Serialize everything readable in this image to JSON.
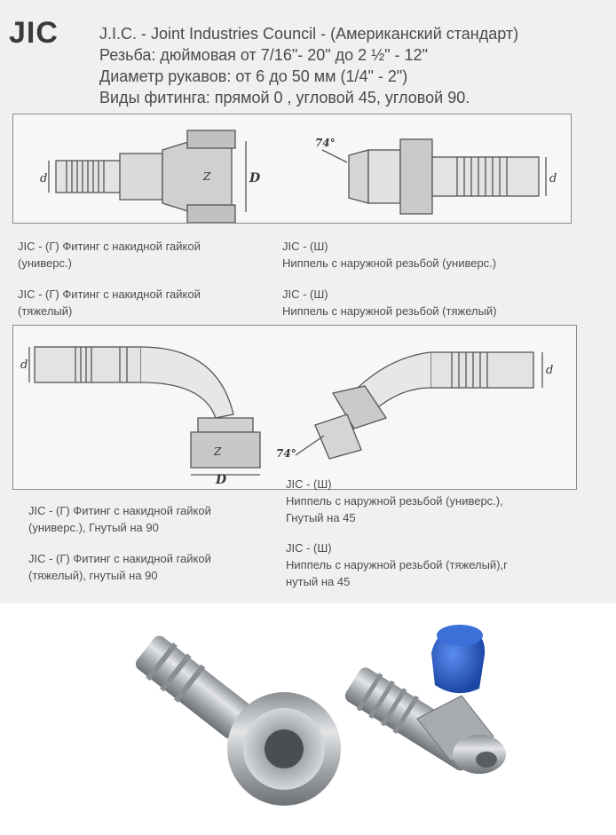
{
  "header": {
    "logo": "JIC",
    "line1": "J.I.C. - Joint Industries Council - (Американский стандарт)",
    "line2": "Резьба: дюймовая от 7/16\"- 20\" до 2 ½\" - 12\"",
    "line3": "Диаметр рукавов: от 6 до 50 мм (1/4\" - 2\")",
    "line4": "Виды фитинга: прямой 0 , угловой 45, угловой 90."
  },
  "diagram_labels": {
    "d": "d",
    "D": "D",
    "thread": "Z",
    "angle": "74°"
  },
  "captions": {
    "c1": {
      "code": "JIC - (Г) Фитинг с накидной гайкой",
      "desc": "(универс.)"
    },
    "c2": {
      "code": "JIC - (Г) Фитинг с накидной гайкой",
      "desc": "(тяжелый)"
    },
    "c3": {
      "code": "JIC - (Ш)",
      "desc": "Ниппель с наружной резьбой (универс.)"
    },
    "c4": {
      "code": "JIC - (Ш)",
      "desc": "Ниппель с наружной резьбой (тяжелый)"
    },
    "c5": {
      "code": "JIC - (Г) Фитинг с накидной гайкой",
      "desc": "(универс.), Гнутый на 90"
    },
    "c6": {
      "code": "JIC - (Г) Фитинг с накидной гайкой",
      "desc": "(тяжелый), гнутый на 90"
    },
    "c7": {
      "code": "JIC - (Ш)",
      "desc": "Ниппель с наружной резьбой (универс.),",
      "desc2": "Гнутый на 45"
    },
    "c8": {
      "code": "JIC - (Ш)",
      "desc": "Ниппель с наружной резьбой (тяжелый),г",
      "desc2": "нутый на 45"
    }
  },
  "colors": {
    "metal": "#b9bcbf",
    "cap_blue": "#2a5fc4",
    "line": "#555555"
  }
}
